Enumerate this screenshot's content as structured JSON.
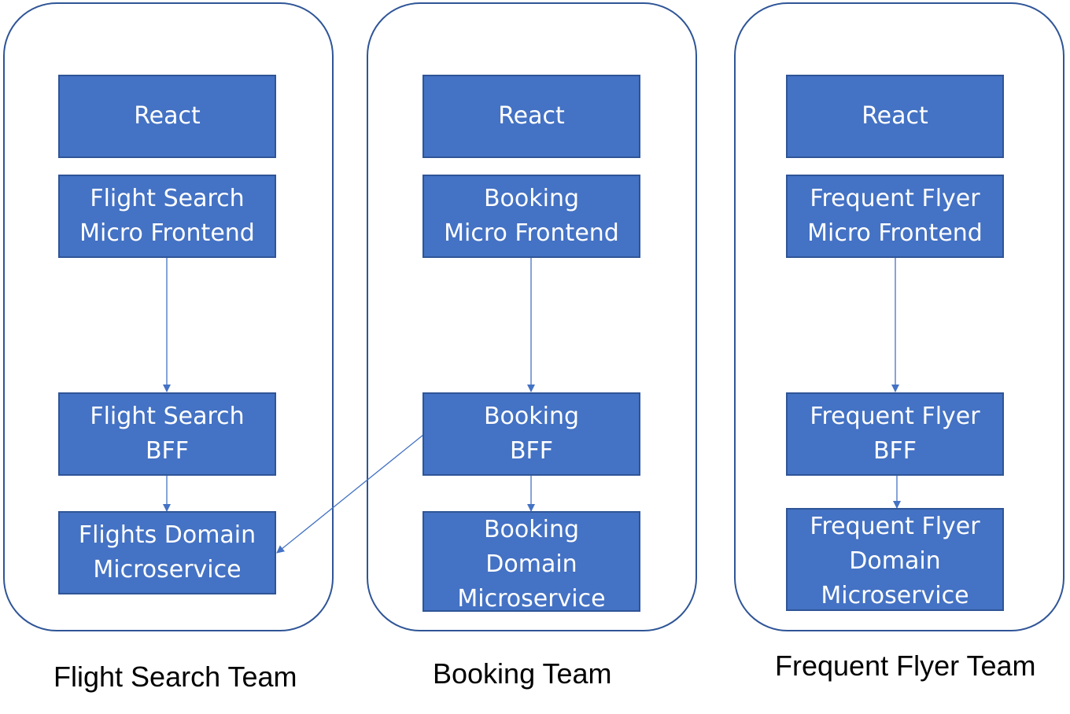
{
  "teams": {
    "flight_search": {
      "label": "Flight Search Team",
      "react": "React",
      "micro_frontend": [
        "Flight Search",
        "Micro Frontend"
      ],
      "bff": [
        "Flight Search",
        "BFF"
      ],
      "domain_service": [
        "Flights Domain",
        "Microservice"
      ]
    },
    "booking": {
      "label": "Booking Team",
      "react": "React",
      "micro_frontend": [
        "Booking",
        "Micro Frontend"
      ],
      "bff": [
        "Booking",
        "BFF"
      ],
      "domain_service": [
        "Booking",
        "Domain",
        "Microservice"
      ]
    },
    "frequent_flyer": {
      "label": "Frequent Flyer Team",
      "react": "React",
      "micro_frontend": [
        "Frequent Flyer",
        "Micro Frontend"
      ],
      "bff": [
        "Frequent Flyer",
        "BFF"
      ],
      "domain_service": [
        "Frequent Flyer",
        "Domain",
        "Microservice"
      ]
    }
  },
  "colors": {
    "box_fill": "#4472C4",
    "box_border": "#2F5597",
    "container_border": "#2F5597",
    "arrow": "#4472C4",
    "box_text": "#FFFFFF"
  }
}
